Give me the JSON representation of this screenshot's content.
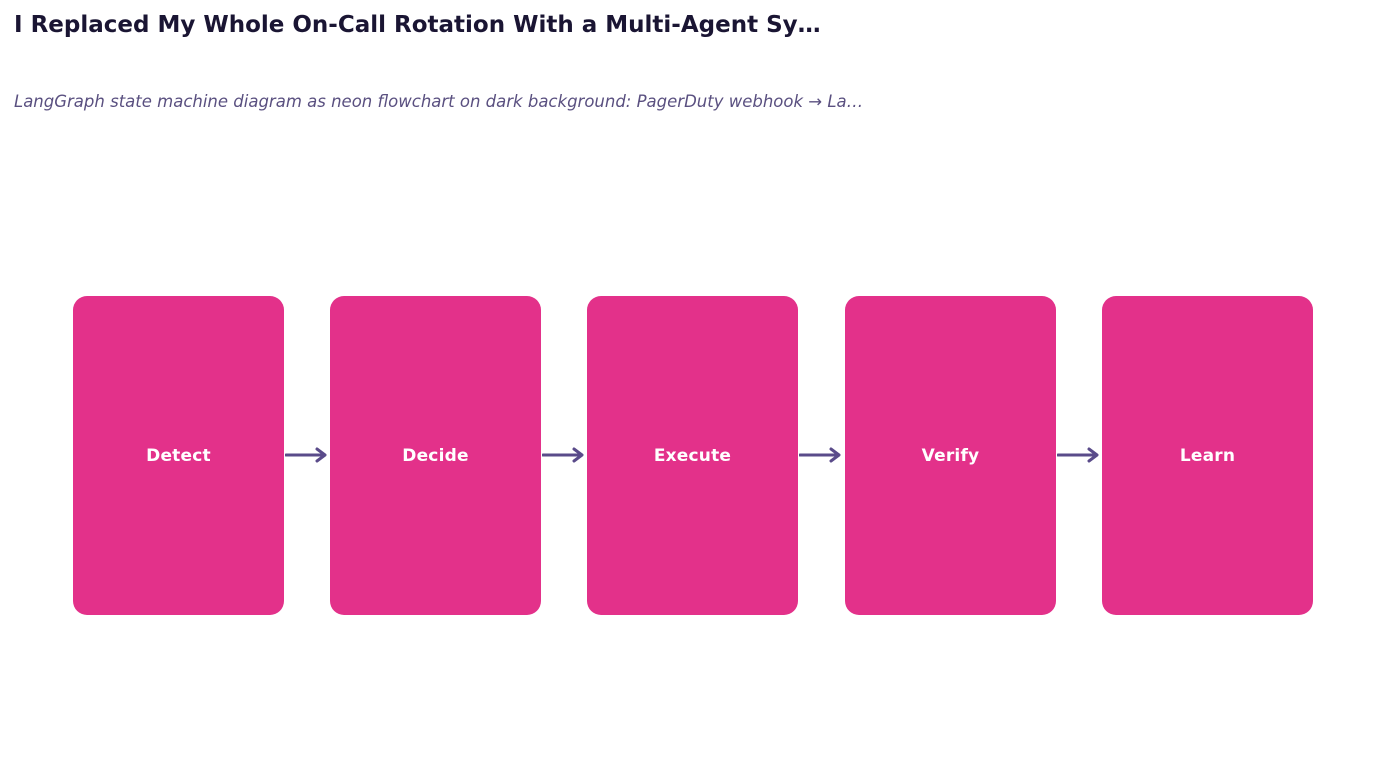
{
  "header": {
    "title": "I Replaced My Whole On-Call Rotation With a Multi-Agent Sy…",
    "subtitle": "LangGraph state machine diagram as neon flowchart on dark background: PagerDuty webhook → La…"
  },
  "diagram": {
    "nodes": [
      {
        "label": "Detect"
      },
      {
        "label": "Decide"
      },
      {
        "label": "Execute"
      },
      {
        "label": "Verify"
      },
      {
        "label": "Learn"
      }
    ],
    "edges": [
      {
        "from": 0,
        "to": 1
      },
      {
        "from": 1,
        "to": 2
      },
      {
        "from": 2,
        "to": 3
      },
      {
        "from": 3,
        "to": 4
      }
    ]
  },
  "colors": {
    "title": "#1a1533",
    "subtitle": "#5a5080",
    "node_fill": "#e3318a",
    "node_text": "#ffffff",
    "arrow": "#5a4b8a"
  }
}
